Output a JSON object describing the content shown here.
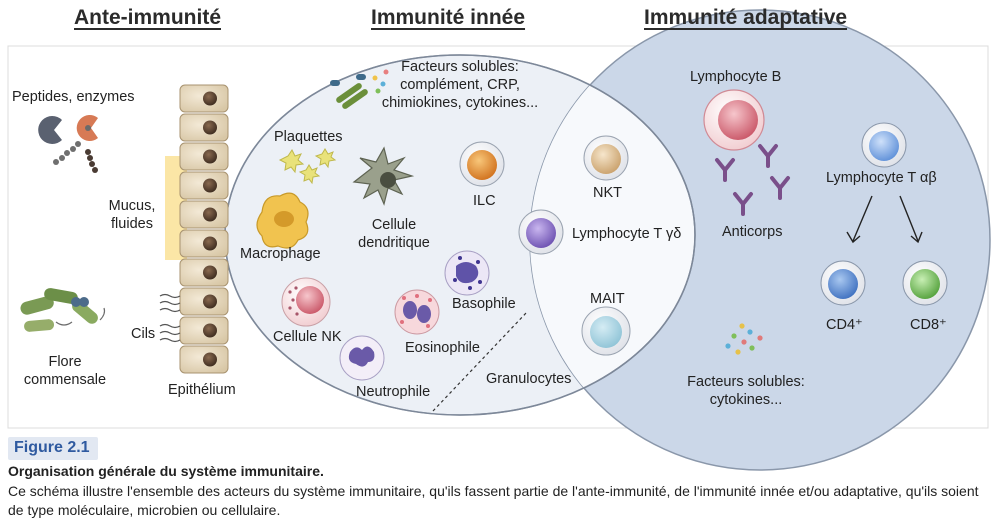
{
  "headings": {
    "ante": "Ante-immunité",
    "innee": "Immunité innée",
    "adaptative": "Immunité adaptative"
  },
  "labels": {
    "peptides": "Peptides, enzymes",
    "mucus": "Mucus,\nfluides",
    "cils": "Cils",
    "flore": "Flore\ncommensale",
    "epithelium": "Epithélium",
    "facteurs_solubles_innes": "Facteurs solubles:\ncomplément, CRP,\nchimiokines, cytokines...",
    "plaquettes": "Plaquettes",
    "macrophage": "Macrophage",
    "cellule_dendritique": "Cellule\ndendritique",
    "ilc": "ILC",
    "cellule_nk": "Cellule NK",
    "basophile": "Basophile",
    "eosinophile": "Eosinophile",
    "neutrophile": "Neutrophile",
    "granulocytes": "Granulocytes",
    "nkt": "NKT",
    "lymphocyte_t_gd": "Lymphocyte T γδ",
    "mait": "MAIT",
    "lymphocyte_b": "Lymphocyte B",
    "anticorps": "Anticorps",
    "lymphocyte_t_ab": "Lymphocyte T αβ",
    "cd4": "CD4⁺",
    "cd8": "CD8⁺",
    "facteurs_solubles_adapt": "Facteurs solubles:\ncytokines..."
  },
  "figure": {
    "tag": "Figure 2.1",
    "title": "Organisation générale du système immunitaire.",
    "body": "Ce schéma illustre l'ensemble des acteurs du système immunitaire, qu'ils fassent partie de l'ante-immunité, de l'immunité innée et/ou adaptative, qu'ils soient de type moléculaire, microbien ou cellulaire."
  },
  "colors": {
    "innate_fill": "#ecf0f6",
    "adaptive_fill": "#cbd7e8",
    "overlap_fill": "#f7f9fc",
    "heading_text": "#2b2b2b",
    "figure_tag": "#2f5aa0"
  }
}
